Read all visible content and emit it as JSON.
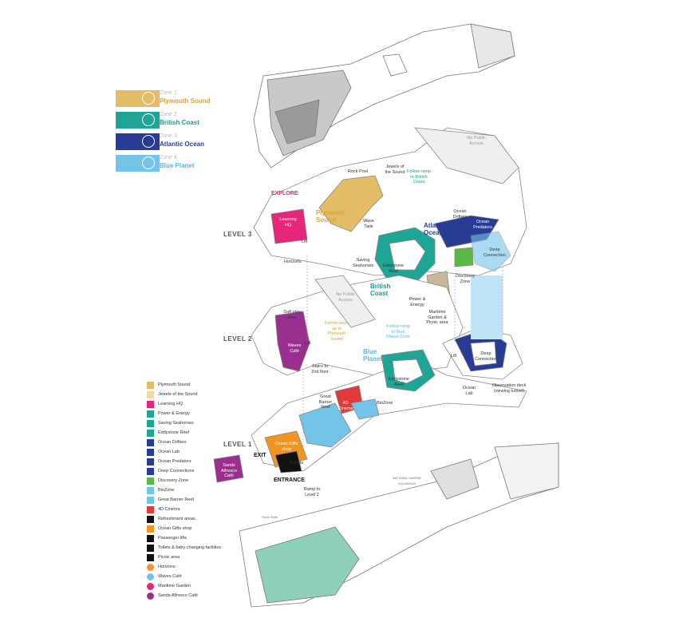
{
  "zones": [
    {
      "line1": "Zone 1",
      "line2": "Plymouth Sound",
      "color": "#e2bd66",
      "textcolor": "#d6a43c"
    },
    {
      "line1": "Zone 2",
      "line2": "British Coast",
      "color": "#1fa596",
      "textcolor": "#1a9a8c"
    },
    {
      "line1": "Zone 3",
      "line2": "Atlantic Ocean",
      "color": "#283c96",
      "textcolor": "#283c96"
    },
    {
      "line1": "Zone 4",
      "line2": "Blue Planet",
      "color": "#74c4ea",
      "textcolor": "#5ab8e4"
    }
  ],
  "levels": {
    "level3": "LEVEL 3",
    "level2": "LEVEL 2",
    "level1": "LEVEL 1"
  },
  "zone_titles": {
    "plymouth": "Plymouth Sound",
    "british": "British Coast",
    "atlantic": "Atlantic Ocean",
    "blue": "Blue Planet"
  },
  "labels": {
    "rock_pool": "Rock Pool",
    "jewels": "Jewels of the Sound",
    "follow_ramp_british": "Follow ramp to British Coast",
    "no_public_access_top": "No Public Access",
    "explore": "EXPLORE",
    "learning_hq": "Learning HQ",
    "wave_tank": "Wave Tank",
    "ocean_drifters": "Ocean Drifters",
    "ocean_predators": "Ocean Predators",
    "deep_connection_3": "Deep Connection",
    "lift_3": "Lift",
    "horizons": "Horizons",
    "saving_seahorses": "Saving Seahorses",
    "eddystone_3": "Eddystone Reef",
    "discovery_zone": "Discovery Zone",
    "power_energy": "Power & Energy",
    "maritime_garden": "Maritime Garden & Picnic area",
    "no_public_access_mid": "No Public Access",
    "soft_play": "Soft play area",
    "follow_stairs": "Follow stairs up to Plymouth Sound",
    "follow_ramp_blue": "Follow ramp to Blue Planet Zone",
    "lift_2a": "Lift",
    "waves_cafe": "Waves Café",
    "stairs_2nd": "Stairs to 2nd floor",
    "lift_2b": "Lift",
    "deep_connection_2": "Deep Connection",
    "ocean_lab": "Ocean Lab",
    "observation_deck": "Observation deck (viewing tunnel)",
    "eddystone_1": "Eddystone Reef",
    "great_barrier": "Great Barrier Reef",
    "cinema_4d": "4D Cinema",
    "biozone": "BioZone",
    "ocean_gifts": "Ocean Gifts shop",
    "tickets": "Tickets",
    "exit": "EXIT",
    "entrance": "ENTRANCE",
    "sands_cafe": "Sands Alfresco Café",
    "ramp_level2": "Ramp to Level 2",
    "building_sign": "NATIONAL MARINE AQUARIUM",
    "ground_text": "Rope Walk"
  },
  "legend": [
    {
      "label": "Plymouth Sound",
      "color": "#e2bd66"
    },
    {
      "label": "Jewels of the Sound",
      "color": "#f0d9a4"
    },
    {
      "label": "Learning HQ",
      "color": "#e6267a"
    },
    {
      "label": "Power & Energy",
      "color": "#1fa596"
    },
    {
      "label": "Saving Seahorses",
      "color": "#1fa596"
    },
    {
      "label": "Eddystone Reef",
      "color": "#1fa596"
    },
    {
      "label": "Ocean Drifters",
      "color": "#283c96"
    },
    {
      "label": "Ocean Lab",
      "color": "#283c96"
    },
    {
      "label": "Ocean Predators",
      "color": "#283c96"
    },
    {
      "label": "Deep Connections",
      "color": "#283c96"
    },
    {
      "label": "Discovery Zone",
      "color": "#5ab847"
    },
    {
      "label": "BioZone",
      "color": "#74c4ea"
    },
    {
      "label": "Great Barrier Reef",
      "color": "#74c4ea"
    },
    {
      "label": "4D Cinema",
      "color": "#e03a3a"
    },
    {
      "label": "Refreshment areas",
      "color": "#111111"
    },
    {
      "label": "Ocean Gifts shop",
      "color": "#f39322"
    },
    {
      "label": "Passenger lifts",
      "color": "#111111"
    },
    {
      "label": "Toilets & baby changing facilities",
      "color": "#111111"
    },
    {
      "label": "Picnic area",
      "color": "#111111"
    },
    {
      "label": "Horizons",
      "color": "#f39322"
    },
    {
      "label": "Waves Café",
      "color": "#74c4ea"
    },
    {
      "label": "Maritime Garden",
      "color": "#e6267a"
    },
    {
      "label": "Sands Alfresco Café",
      "color": "#9b2f8f"
    }
  ]
}
